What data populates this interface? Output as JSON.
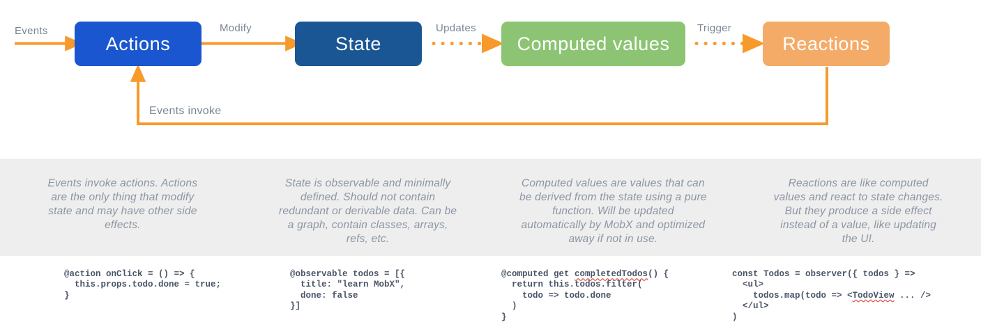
{
  "diagram": {
    "title": "MobX core concepts flow",
    "colors": {
      "actions": "#1a56cf",
      "state": "#1a5694",
      "computed": "#8cc474",
      "reactions": "#f5ab68",
      "arrow": "#f79a2b",
      "band": "#eeeeee",
      "label_text": "#7a8595",
      "desc_text": "#8c95a3",
      "code_text": "#4a5568",
      "squiggle": "#e05a4f"
    },
    "nodes": [
      {
        "id": "actions",
        "label": "Actions"
      },
      {
        "id": "state",
        "label": "State"
      },
      {
        "id": "computed",
        "label": "Computed values"
      },
      {
        "id": "reactions",
        "label": "Reactions"
      }
    ],
    "edges": [
      {
        "id": "events",
        "label": "Events",
        "style": "solid"
      },
      {
        "id": "modify",
        "label": "Modify",
        "style": "solid"
      },
      {
        "id": "updates",
        "label": "Updates",
        "style": "dotted"
      },
      {
        "id": "trigger",
        "label": "Trigger",
        "style": "dotted"
      },
      {
        "id": "events-invoke",
        "label": "Events invoke",
        "style": "solid"
      }
    ]
  },
  "descriptions": [
    {
      "for": "actions",
      "text": "Events invoke actions. Actions are the only thing that modify state and may have other side effects."
    },
    {
      "for": "state",
      "text": "State is observable and minimally defined. Should not contain redundant or derivable data. Can be a graph, contain classes, arrays, refs, etc."
    },
    {
      "for": "computed",
      "text": "Computed values are values that can be derived from the state using a pure function. Will be updated automatically by MobX and optimized away if not in use."
    },
    {
      "for": "reactions",
      "text": "Reactions are like computed values and react to state changes. But they produce a side effect instead of a value, like updating the UI."
    }
  ],
  "code_samples": [
    {
      "for": "actions",
      "lines": [
        "@action onClick = () => {",
        "  this.props.todo.done = true;",
        "}"
      ],
      "misspelled": []
    },
    {
      "for": "state",
      "lines": [
        "@observable todos = [{",
        "  title: \"learn MobX\",",
        "  done: false",
        "}]"
      ],
      "misspelled": []
    },
    {
      "for": "computed",
      "lines": [
        "@computed get completedTodos() {",
        "  return this.todos.filter(",
        "    todo => todo.done",
        "  )",
        "}"
      ],
      "misspelled": [
        "completedTodos"
      ]
    },
    {
      "for": "reactions",
      "lines": [
        "const Todos = observer({ todos } =>",
        "  <ul>",
        "    todos.map(todo => <TodoView ... />",
        "  </ul>",
        ")"
      ],
      "misspelled": [
        "TodoView"
      ]
    }
  ]
}
